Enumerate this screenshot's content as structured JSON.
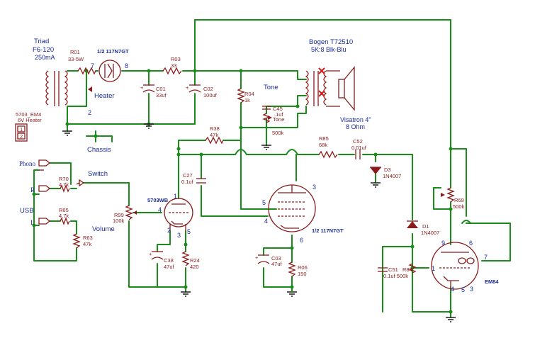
{
  "labels": {
    "triad": "Triad",
    "f6": "F6-120",
    "ma": "250mA",
    "r01": "R01",
    "r01v": "33-5W",
    "tube117a": "1/2 117N7GT",
    "pin7": "7",
    "pin8": "8",
    "heater": "Heater",
    "pin2": "2",
    "r03": "R03",
    "r03v": "33",
    "c01": "C01",
    "c01v": "33uf",
    "c02": "C02",
    "c02v": "100uf",
    "bogen": "Bogen T72510",
    "bogenv": "5K:8 Blk-Blu",
    "visatron": "Visatron 4\"",
    "ohm": "8 Ohm",
    "tone": "Tone",
    "r04": "R04",
    "r04v": "1k",
    "c45": "C45",
    "c45v": ".1uf",
    "tonel": "Tone",
    "pot500": "500k",
    "em4": "5703_EM4",
    "heater6v": "6V Heater",
    "hpin1": "1",
    "hpin2": "2",
    "chassis": "Chassis",
    "r38": "R38",
    "r38v": "47k",
    "r85": "R85",
    "r85v": "68k",
    "c52": "C52",
    "c52v": "0.01uf",
    "d3": "D3",
    "d3v": "1N4007",
    "phono": "Phono",
    "switch": "Switch",
    "r70": "R70",
    "r70v": "4.7k",
    "rlabel": "R",
    "c27": "C27",
    "c27v": "0.1uf",
    "usb": "USB",
    "r65": "R65",
    "r65v": "4.7k",
    "llabel": "L",
    "r99": "R99",
    "r99v": "100k",
    "volume": "Volume",
    "r63": "R63",
    "r63v": "47k",
    "tube5703": "5703WB",
    "t1": "1",
    "t4": "4",
    "t2": "2",
    "t3": "3",
    "t5": "5",
    "c38": "C38",
    "c38v": "47uf",
    "r24": "R24",
    "r24v": "420",
    "tube117b": "1/2 117N7GT",
    "p3": "3",
    "p5": "5",
    "p4": "4",
    "p6": "6",
    "c03": "C03",
    "c03v": "47uf",
    "r06": "R06",
    "r06v": "150",
    "d1": "D1",
    "d1v": "1N4007",
    "r69": "R69",
    "r69v": "500k",
    "c51": "C51",
    "c51v": "0.1uf 500k",
    "r84": "R84",
    "em84": "EM84",
    "e9": "9",
    "e6": "6",
    "e1": "1",
    "e7": "7",
    "e4": "4",
    "e5": "5",
    "e3": "3"
  },
  "colors": {
    "wire": "#1a8c1a",
    "component": "#8b1a1a",
    "label": "#1a2a9c",
    "marker": "#d21a1a"
  }
}
